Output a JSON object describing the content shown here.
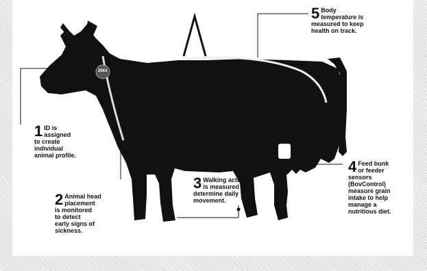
{
  "tag_label": "2063",
  "callouts": [
    {
      "number": "1",
      "lines": [
        "ID is",
        "assigned",
        "to create",
        "individual",
        "animal profile."
      ]
    },
    {
      "number": "2",
      "lines": [
        "Animal head",
        "placement",
        "is monitored",
        "to detect",
        "early signs of",
        "sickness."
      ]
    },
    {
      "number": "3",
      "lines": [
        "Walking activity",
        "is measured to",
        "determine daily",
        "movement."
      ]
    },
    {
      "number": "4",
      "lines": [
        "Feed bunk",
        "or feeder",
        "sensors",
        "(BovControl)",
        "measure grain",
        "intake to help",
        "manage a",
        "nutritious diet."
      ]
    },
    {
      "number": "5",
      "lines": [
        "Body",
        "temperature is",
        "measured to keep",
        "health on track."
      ]
    }
  ]
}
